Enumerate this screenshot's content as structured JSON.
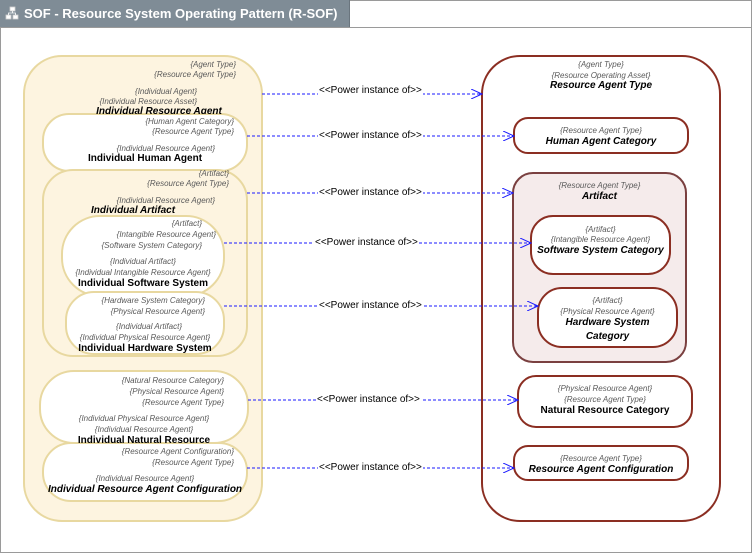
{
  "window": {
    "title": "SOF - Resource System Operating Pattern (R-SOF)",
    "icon": "diagram-icon"
  },
  "colors": {
    "left_fill": "#fdf4e0",
    "left_border": "#e8d8a0",
    "right_border": "#8b2e22",
    "artifact_fill": "#f5ebeb",
    "artifact_border": "#7a4040",
    "edge": "#1a1aff"
  },
  "edge_label": "<<Power instance of>>",
  "left": {
    "individual_resource_agent": {
      "stereotypes": [
        "{Agent Type}",
        "{Resource Agent Type}",
        "{Individual Agent}",
        "{Individual Resource Asset}"
      ],
      "name": "Individual Resource Agent"
    },
    "individual_human_agent": {
      "stereotypes": [
        "{Human Agent Category}",
        "{Resource Agent Type}",
        "{Individual Resource Agent}"
      ],
      "name": "Individual Human Agent"
    },
    "individual_artifact": {
      "stereotypes": [
        "{Artifact}",
        "{Resource Agent Type}",
        "{Individual Resource Agent}"
      ],
      "name": "Individual Artifact"
    },
    "individual_software_system": {
      "stereotypes": [
        "{Artifact}",
        "{Intangible Resource Agent}",
        "{Software System Category}",
        "{Individual Artifact}",
        "{Individual Intangible Resource Agent}"
      ],
      "name": "Individual Software System"
    },
    "individual_hardware_system": {
      "stereotypes": [
        "{Hardware System Category}",
        "{Physical Resource Agent}",
        "{Individual Artifact}",
        "{Individual Physical Resource Agent}"
      ],
      "name": "Individual Hardware System"
    },
    "individual_natural_resource": {
      "stereotypes": [
        "{Natural Resource Category}",
        "{Physical Resource Agent}",
        "{Resource Agent Type}",
        "{Individual Physical Resource Agent}",
        "{Individual Resource Agent}"
      ],
      "name": "Individual Natural Resource"
    },
    "individual_resource_agent_configuration": {
      "stereotypes": [
        "{Resource Agent Configuration}",
        "{Resource Agent Type}",
        "{Individual Resource Agent}"
      ],
      "name": "Individual Resource Agent Configuration"
    }
  },
  "right": {
    "resource_agent_type": {
      "stereotypes": [
        "{Agent Type}",
        "{Resource Operating Asset}"
      ],
      "name": "Resource Agent Type"
    },
    "human_agent_category": {
      "stereotypes": [
        "{Resource Agent Type}"
      ],
      "name": "Human Agent Category"
    },
    "artifact": {
      "stereotypes": [
        "{Resource Agent Type}"
      ],
      "name": "Artifact"
    },
    "software_system_category": {
      "stereotypes": [
        "{Artifact}",
        "{Intangible Resource Agent}"
      ],
      "name": "Software System Category"
    },
    "hardware_system_category": {
      "stereotypes": [
        "{Artifact}",
        "{Physical Resource Agent}"
      ],
      "name_line1": "Hardware System",
      "name_line2": "Category"
    },
    "natural_resource_category": {
      "stereotypes": [
        "{Physical Resource Agent}",
        "{Resource Agent Type}"
      ],
      "name": "Natural Resource Category"
    },
    "resource_agent_configuration": {
      "stereotypes": [
        "{Resource Agent Type}"
      ],
      "name": "Resource Agent Configuration"
    }
  }
}
